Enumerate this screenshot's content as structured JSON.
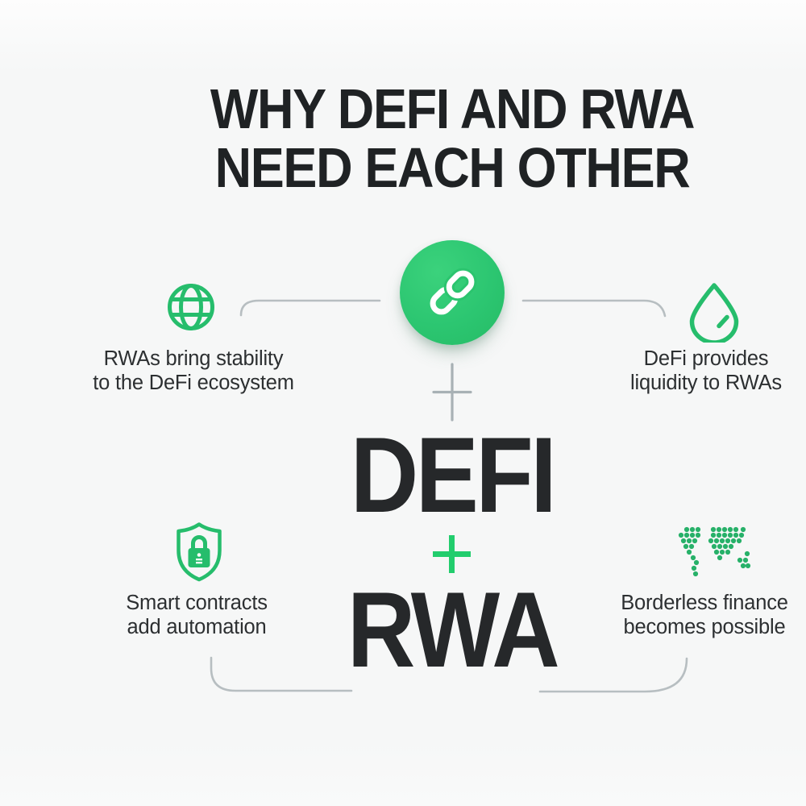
{
  "title": {
    "line1": "WHY DEFI AND RWA",
    "line2": "NEED EACH OTHER"
  },
  "center": {
    "hub_icon": "link-icon",
    "connector_plus_symbol": "+",
    "word_top": "DEFI",
    "plus_symbol": "+",
    "word_bottom": "RWA"
  },
  "callouts": {
    "top_left": {
      "icon": "globe-icon",
      "line1": "RWAs bring stability",
      "line2": "to the DeFi ecosystem"
    },
    "top_right": {
      "icon": "droplet-icon",
      "line1": "DeFi provides",
      "line2": "liquidity to RWAs"
    },
    "bottom_left": {
      "icon": "shield-lock-icon",
      "line1": "Smart contracts",
      "line2": "add automation"
    },
    "bottom_right": {
      "icon": "world-map-icon",
      "line1": "Borderless finance",
      "line2": "becomes possible"
    }
  },
  "colors": {
    "background": "#f6f7f7",
    "title_text": "#1f2224",
    "body_text": "#2c2f31",
    "big_word_text": "#26282a",
    "accent_green": "#26bd6c",
    "hub_green": "#2cc671",
    "map_dot_green": "#27b169",
    "plus_green": "#22cd6d",
    "plus_gray": "#a8b1b5",
    "connector_gray": "#b7bec1"
  }
}
